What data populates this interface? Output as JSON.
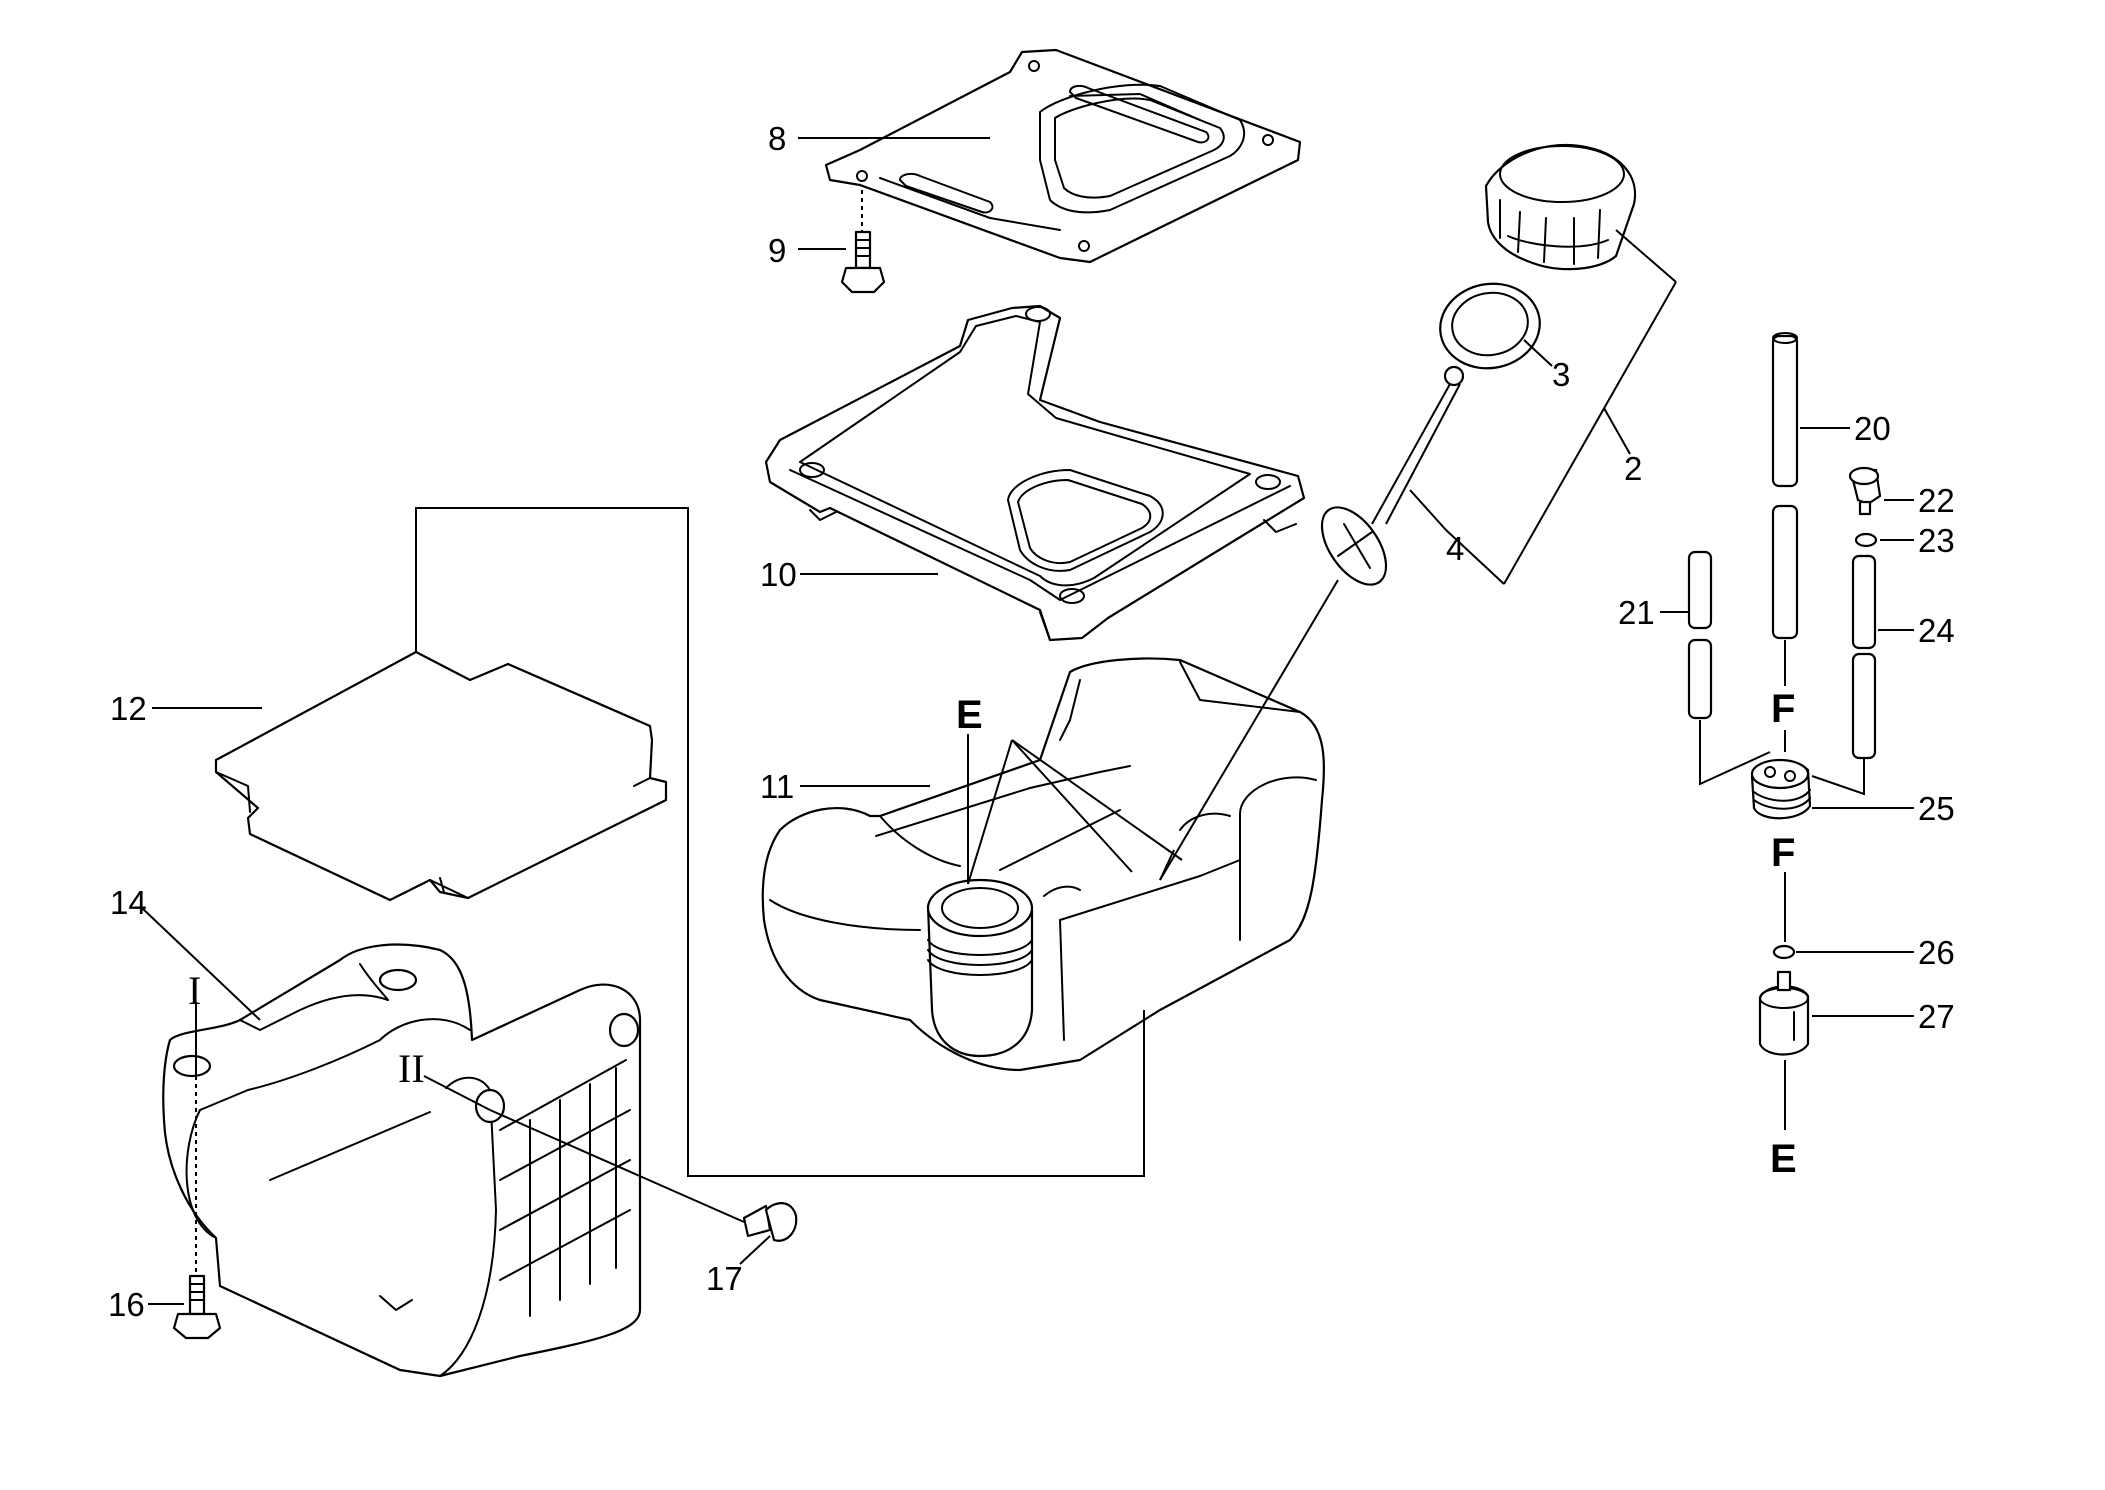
{
  "diagram": {
    "callouts": {
      "c2": "2",
      "c3": "3",
      "c4": "4",
      "c8": "8",
      "c9": "9",
      "c10": "10",
      "c11": "11",
      "c12": "12",
      "c14": "14",
      "c16": "16",
      "c17": "17",
      "c20": "20",
      "c21": "21",
      "c22": "22",
      "c23": "23",
      "c24": "24",
      "c25": "25",
      "c26": "26",
      "c27": "27"
    },
    "letters": {
      "e_tank": "E",
      "f_upper": "F",
      "f_lower": "F",
      "e_filter": "E"
    },
    "romans": {
      "r1": "I",
      "r2": "II"
    }
  }
}
